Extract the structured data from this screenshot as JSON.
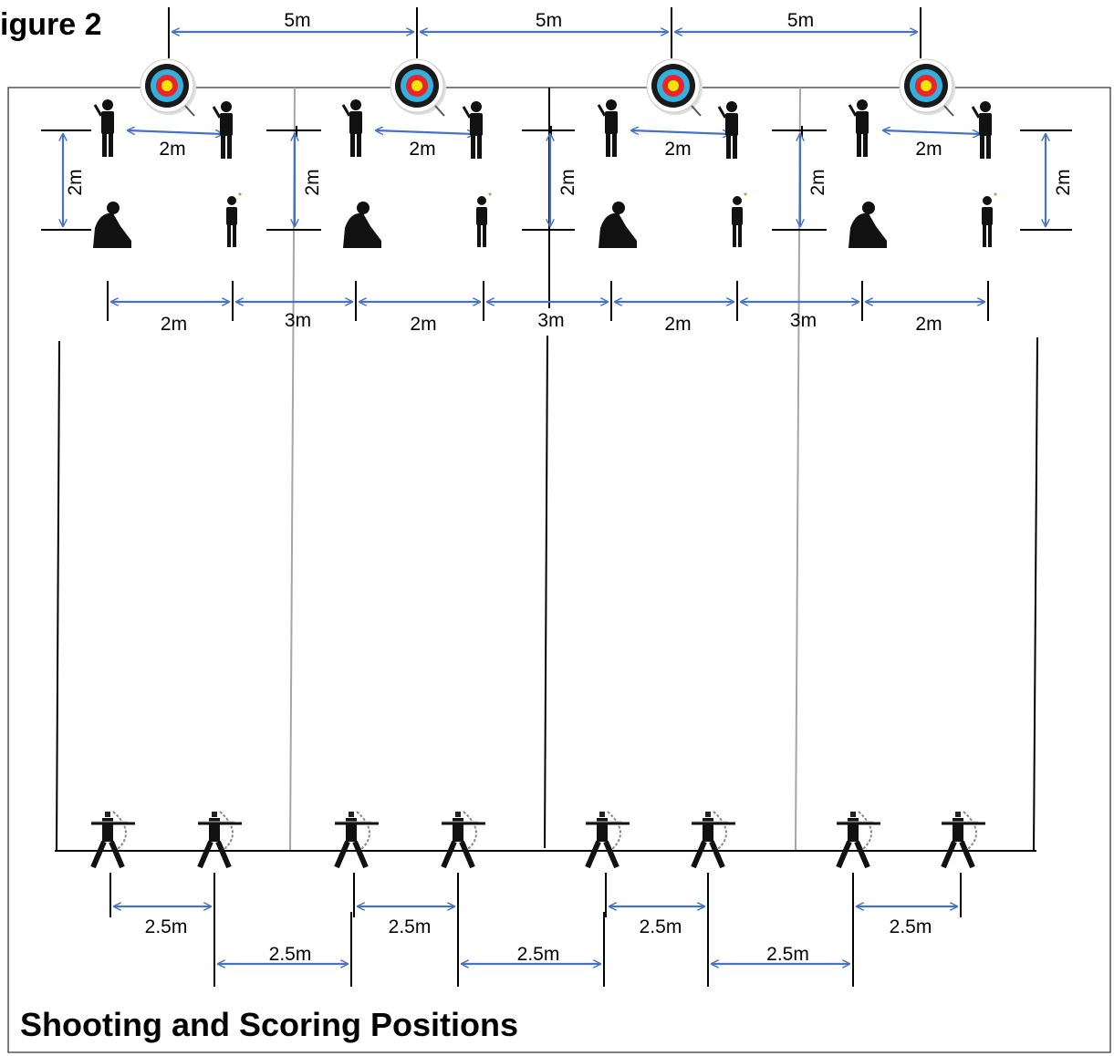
{
  "title": "igure 2",
  "caption": "Shooting and Scoring Positions",
  "colors": {
    "dimension_arrow": "#4472c4",
    "line_dark": "#000000",
    "line_light": "#a6a6a6",
    "target_outer": "#ffffff",
    "target_black": "#1a1a1a",
    "target_blue": "#33b0e0",
    "target_red": "#e8262a",
    "target_gold": "#f2e600"
  },
  "icons": [
    "target-icon",
    "archer-icon",
    "scorer-standing-icon",
    "recorder-seated-icon",
    "judge-standing-icon"
  ],
  "dimensions": {
    "target_spacing": [
      "5m",
      "5m",
      "5m"
    ],
    "scorer_gap": [
      "2m",
      "2m",
      "2m",
      "2m"
    ],
    "vertical_gap": [
      "2m",
      "2m",
      "2m",
      "2m",
      "2m"
    ],
    "bottom_row": [
      "2m",
      "3m",
      "2m",
      "3m",
      "2m",
      "3m",
      "2m"
    ],
    "archer_pairs": [
      "2.5m",
      "2.5m",
      "2.5m",
      "2.5m"
    ],
    "archer_between": [
      "2.5m",
      "2.5m",
      "2.5m"
    ]
  }
}
